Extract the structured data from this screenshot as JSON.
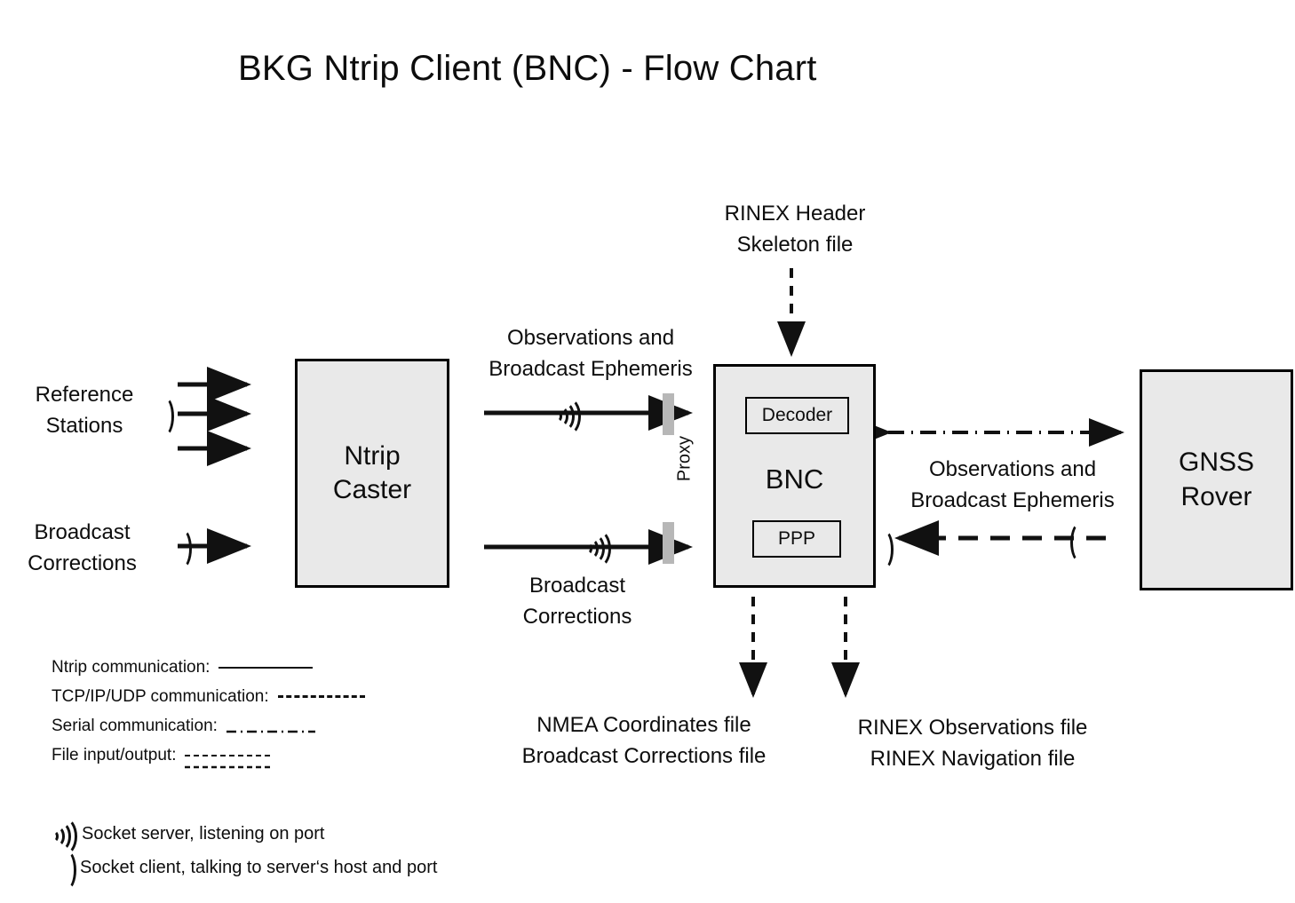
{
  "title": "BKG Ntrip Client (BNC)  -  Flow Chart",
  "nodes": {
    "reference_stations": {
      "line1": "Reference",
      "line2": "Stations"
    },
    "broadcast_corrections_source": {
      "line1": "Broadcast",
      "line2": "Corrections"
    },
    "ntrip_caster": {
      "line1": "Ntrip",
      "line2": "Caster"
    },
    "bnc": {
      "label": "BNC",
      "decoder": "Decoder",
      "ppp": "PPP"
    },
    "gnss_rover": {
      "line1": "GNSS",
      "line2": "Rover"
    }
  },
  "edge_labels": {
    "caster_to_bnc_top": {
      "line1": "Observations and",
      "line2": "Broadcast Ephemeris"
    },
    "caster_to_bnc_bottom": {
      "line1": "Broadcast",
      "line2": "Corrections"
    },
    "rinex_header_input": {
      "line1": "RINEX Header",
      "line2": "Skeleton file"
    },
    "bnc_to_rover": {
      "line1": "Observations and",
      "line2": "Broadcast Ephemeris"
    },
    "nmea_output": {
      "line1": "NMEA Coordinates file",
      "line2": "Broadcast Corrections file"
    },
    "rinex_output": {
      "line1": "RINEX Observations file",
      "line2": "RINEX Navigation file"
    }
  },
  "proxy": {
    "label": "Proxy"
  },
  "legend": {
    "lines": [
      {
        "label": "Ntrip communication:",
        "style": "solid"
      },
      {
        "label": "TCP/IP/UDP communication:",
        "style": "dashed"
      },
      {
        "label": "Serial communication:",
        "style": "dash-dot"
      },
      {
        "label": "File input/output:",
        "style": "dotted"
      }
    ],
    "sockets": [
      {
        "icon": "socket-server-icon",
        "label": "Socket server, listening on port"
      },
      {
        "icon": "socket-client-icon",
        "label": "Socket client, talking to server‘s host and port"
      }
    ]
  },
  "colors": {
    "box_fill": "#e9e9e9",
    "box_border": "#000000",
    "proxy_bar": "#b7b7b7",
    "line": "#111111",
    "background": "#ffffff"
  }
}
